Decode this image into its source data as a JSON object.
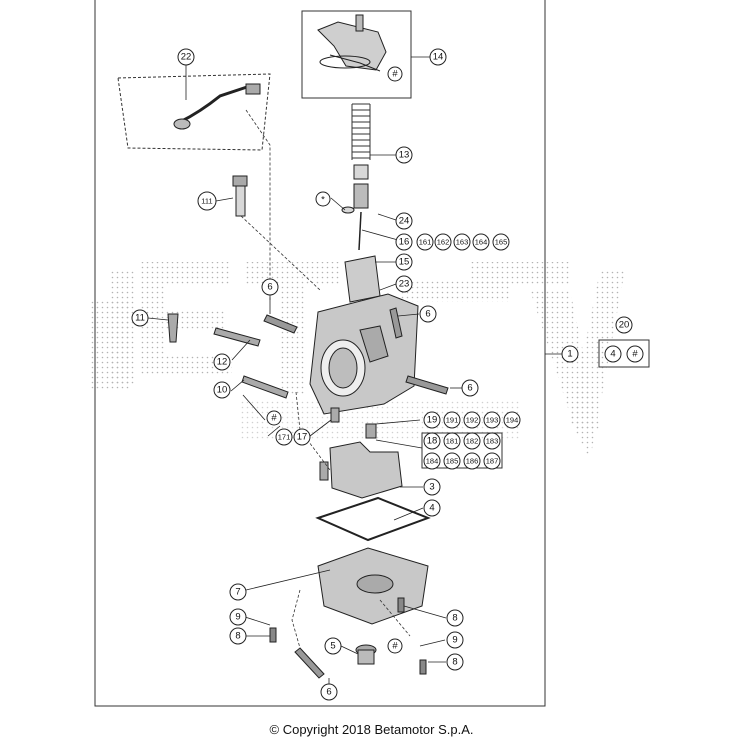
{
  "callouts": {
    "c22": "22",
    "c14": "14",
    "hash14": "#",
    "c13": "13",
    "star": "*",
    "c24": "24",
    "c16": "16",
    "c161": "161",
    "c162": "162",
    "c163": "163",
    "c164": "164",
    "c165": "165",
    "c111": "111",
    "c15": "15",
    "c23": "23",
    "c6a": "6",
    "c6b": "6",
    "c6c": "6",
    "c6d": "6",
    "c11": "11",
    "c12": "12",
    "c10": "10",
    "hash10": "#",
    "c171": "171",
    "c17": "17",
    "c19": "19",
    "c191": "191",
    "c192": "192",
    "c193": "193",
    "c194": "194",
    "c18": "18",
    "c181": "181",
    "c182": "182",
    "c183": "183",
    "c184": "184",
    "c185": "185",
    "c186": "186",
    "c187": "187",
    "c3": "3",
    "c4": "4",
    "c7": "7",
    "c9a": "9",
    "c8a": "8",
    "c8b": "8",
    "c9b": "9",
    "c8c": "8",
    "c5": "5",
    "hash5": "#",
    "c1": "1",
    "c20": "20",
    "c20a": "4",
    "c20b": "#"
  },
  "copyright": "© Copyright 2018 Betamotor S.p.A."
}
